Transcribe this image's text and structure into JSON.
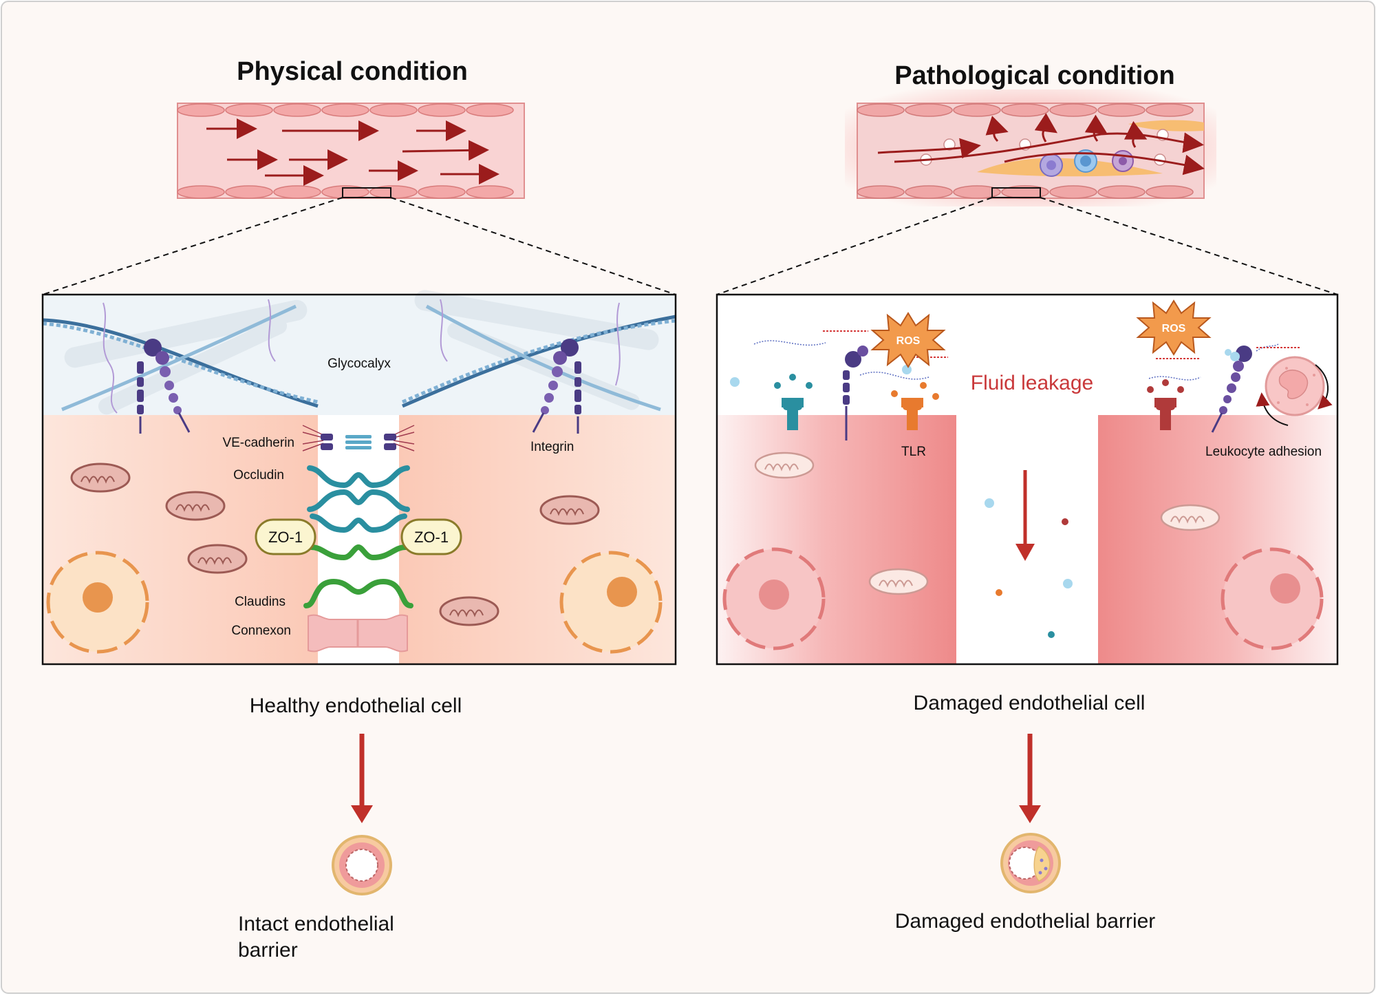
{
  "left_panel": {
    "title": "Physical condition",
    "labels": {
      "glycocalyx": "Glycocalyx",
      "ve_cadherin": "VE-cadherin",
      "occludin": "Occludin",
      "zo1_left": "ZO-1",
      "zo1_right": "ZO-1",
      "integrin": "Integrin",
      "claudins": "Claudins",
      "connexon": "Connexon"
    },
    "caption": "Healthy endothelial cell",
    "outcome_line1": "Intact endothelial",
    "outcome_line2": "barrier"
  },
  "right_panel": {
    "title": "Pathological condition",
    "labels": {
      "ros_1": "ROS",
      "ros_2": "ROS",
      "fluid_leakage": "Fluid leakage",
      "tlr": "TLR",
      "leukocyte_adhesion": "Leukocyte adhesion"
    },
    "caption": "Damaged endothelial cell",
    "outcome": "Damaged endothelial barrier"
  },
  "colors": {
    "background": "#fdf8f5",
    "border": "#cccccc",
    "arrow_red": "#c0302a",
    "vessel_pink": "#f8cdcd",
    "cell_salmon": "#fbe0d6",
    "damaged_red": "#ef8f8f",
    "fluid_text": "#c9383a",
    "ros_orange": "#e87a2e",
    "zo1_fill": "#fbf5d0",
    "occludin_teal": "#2a8fa0",
    "claudin_green": "#3aa03a",
    "integrin_purple": "#4a3b84"
  }
}
